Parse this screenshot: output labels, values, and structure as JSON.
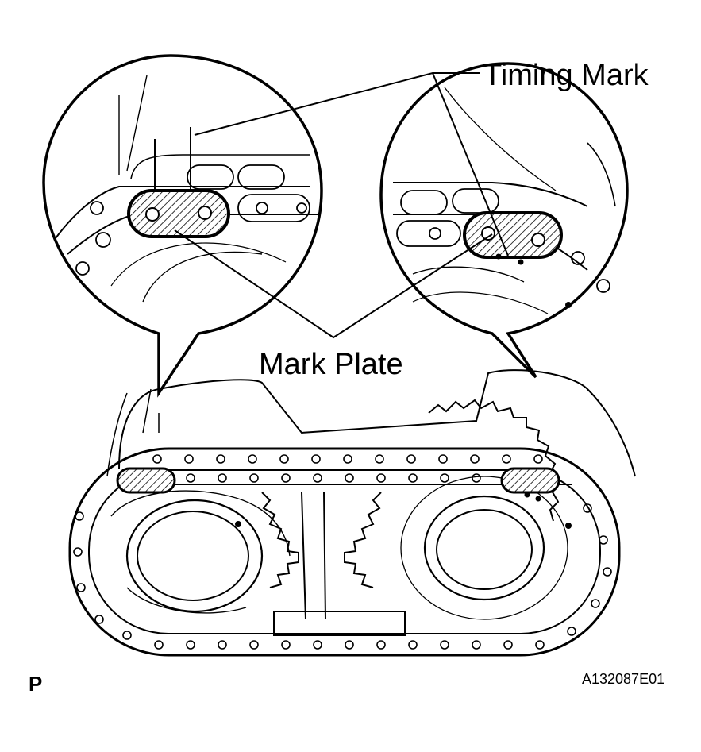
{
  "callouts": {
    "timing_mark": "Timing Mark",
    "mark_plate": "Mark Plate"
  },
  "footer": {
    "page_letter": "P",
    "figure_code": "A132087E01"
  },
  "colors": {
    "ink": "#000000",
    "paper": "#ffffff"
  }
}
